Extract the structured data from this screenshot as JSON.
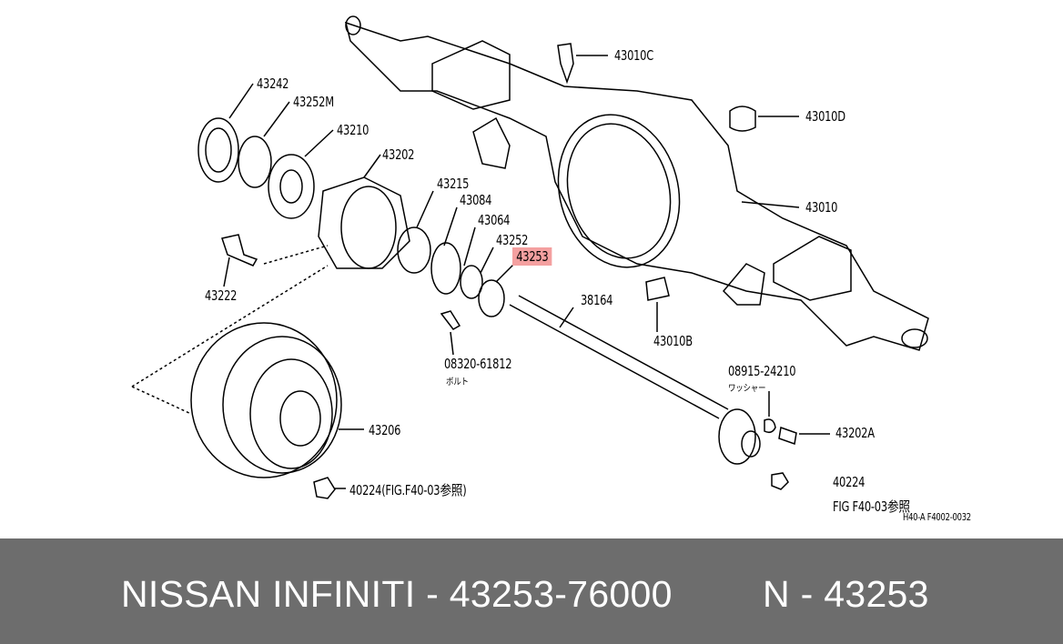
{
  "diagram": {
    "labels": {
      "p43242": "43242",
      "p43252M": "43252M",
      "p43210": "43210",
      "p43202": "43202",
      "p43215": "43215",
      "p43084": "43084",
      "p43064": "43064",
      "p43252": "43252",
      "p43253": "43253",
      "p38164": "38164",
      "p43010C": "43010C",
      "p43010D": "43010D",
      "p43010": "43010",
      "p43010B": "43010B",
      "p43222": "43222",
      "p08320": "08320-61812",
      "p08320_note": "ボルト",
      "p08915": "08915-24210",
      "p08915_note": "ワッシャー",
      "p43202A": "43202A",
      "p43206": "43206",
      "p40224_left": "40224(FIG.F40-03参照)",
      "p40224_right": "40224",
      "fig_ref": "FIG F40-03参照",
      "fig_code": "H40-A  F4002-0032"
    },
    "highlighted_part": "43253",
    "highlight_color": "#f4a0a0"
  },
  "footer": {
    "title": "NISSAN INFINITI - 43253-76000",
    "short": "N - 43253",
    "background": "#6d6d6d"
  }
}
